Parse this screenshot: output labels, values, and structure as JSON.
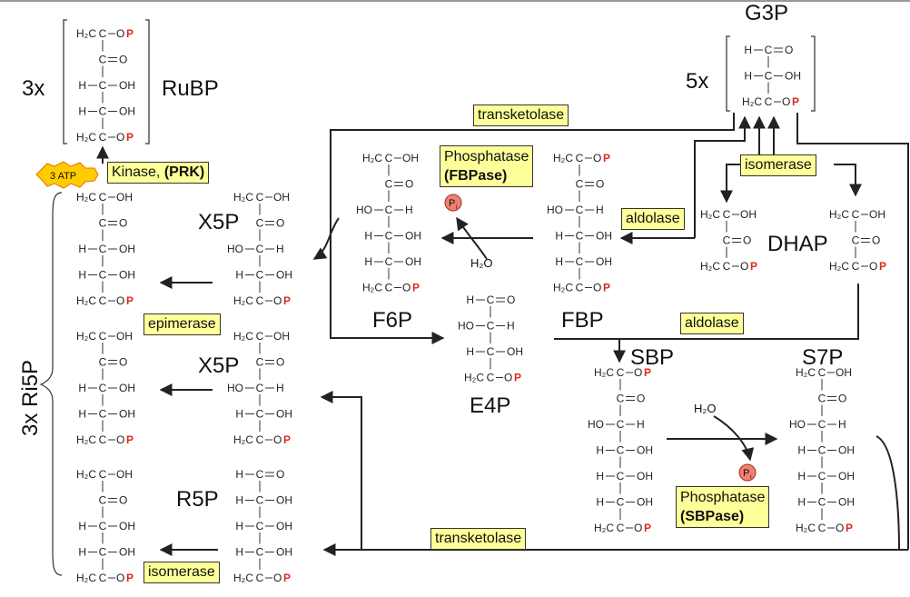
{
  "molecules": {
    "g3p": {
      "name": "G3P",
      "coef": "5x"
    },
    "rubp": {
      "name": "RuBP",
      "coef": "3x"
    },
    "x5p_a": {
      "name": "X5P"
    },
    "x5p_b": {
      "name": "X5P"
    },
    "r5p": {
      "name": "R5P"
    },
    "f6p": {
      "name": "F6P"
    },
    "fbp": {
      "name": "FBP"
    },
    "e4p": {
      "name": "E4P"
    },
    "dhap": {
      "name": "DHAP"
    },
    "sbp": {
      "name": "SBP"
    },
    "s7p": {
      "name": "S7P"
    },
    "ri5p": {
      "name": "3x Ri5P"
    }
  },
  "enzymes": {
    "transketolase_top": "transketolase",
    "isomerase_top": "isomerase",
    "aldolase_left": "aldolase",
    "aldolase_right": "aldolase",
    "phosphatase_fb_line1": "Phosphatase",
    "phosphatase_fb_line2": "(FBPase)",
    "phosphatase_sb_line1": "Phosphatase",
    "phosphatase_sb_line2": "(SBPase)",
    "kinase_text": "Kinase, ",
    "kinase_bold": "(PRK)",
    "epimerase": "epimerase",
    "isomerase_bottom": "isomerase",
    "transketolase_bottom": "transketolase"
  },
  "badges": {
    "atp": "3 ATP",
    "pi": "P",
    "pi_sub": "i",
    "water": "H₂O"
  },
  "colors": {
    "enzyme_bg": "#ffff99",
    "phosphate_red": "#e0281c",
    "pi_circle": "#f08070",
    "atp_star": "#ffcc00"
  }
}
